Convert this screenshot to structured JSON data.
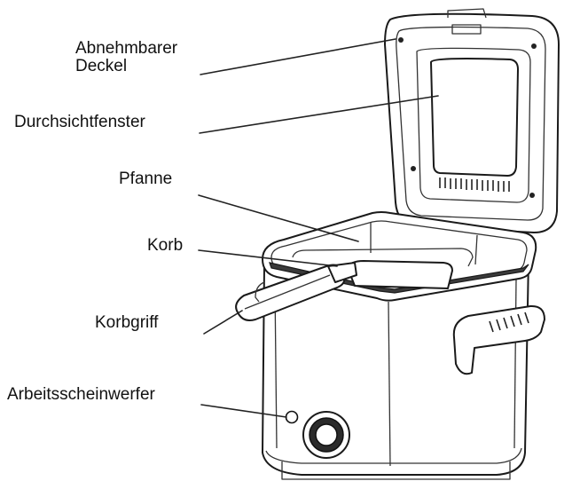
{
  "labels": {
    "lid": [
      "Abnehmbarer",
      "Deckel"
    ],
    "window": "Durchsichtfenster",
    "pan": "Pfanne",
    "basket": "Korb",
    "basket_handle": "Korbgriff",
    "indicator": "Arbeitsscheinwerfer"
  }
}
